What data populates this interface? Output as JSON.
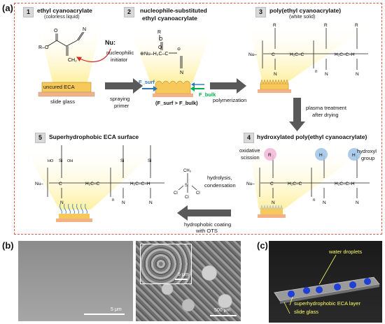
{
  "panels": {
    "a": "(a)",
    "b": "(b)",
    "c": "(c)"
  },
  "steps": [
    {
      "num": "1",
      "title": "ethyl cyanoacrylate",
      "subtitle": "(colorless liquid)"
    },
    {
      "num": "2",
      "title": "nucleophile-substituted",
      "title2": "ethyl cyanoacrylate"
    },
    {
      "num": "3",
      "title": "poly(ethyl cyanoacrylate)",
      "subtitle": "(white solid)"
    },
    {
      "num": "4",
      "title": "hydroxylated poly(ethyl cyanoacrylate)"
    },
    {
      "num": "5",
      "title": "Superhydrophobic ECA surface"
    }
  ],
  "labels": {
    "nu": "Nu:",
    "nucleophilic": "nucleophilic",
    "initiator": "initiator",
    "uncured": "uncured ECA",
    "slide_glass": "slide glass",
    "spraying": "spraying",
    "primer": "primer",
    "f_surf": "F_surf",
    "f_bulk": "F_bulk",
    "f_compare": "(F_surf > F_bulk)",
    "polymerization": "polymerization",
    "plasma1": "plasma treatment",
    "plasma2": "after drying",
    "oxidative": "oxidative",
    "scission": "scission",
    "hydroxyl": "hydroxyl",
    "group": "group",
    "hydrolysis": "hydrolysis,",
    "condensation": "condensation",
    "hydrophobic1": "hydrophobic coating",
    "hydrophobic2": "with OTS",
    "scale_1": "5 μm",
    "scale_2": "500 μm",
    "scale_inset": "5 μm",
    "water": "water droplets",
    "shl": "superhydrophobic ECA layer",
    "slide_c": "slide glass"
  },
  "colors": {
    "frame_dashed": "#e0564d",
    "arrow": "#595959",
    "spotlight": "#fff3b0",
    "film": "#f7c95a",
    "glass": "#f4b183",
    "blue_arrow": "#2e75b6",
    "green_arrow": "#00b050",
    "pink_circle": "#f4b6d8",
    "blue_circle": "#9dc3e6",
    "red_arrow": "#d62a2a",
    "yellow_label": "#ffff66"
  }
}
